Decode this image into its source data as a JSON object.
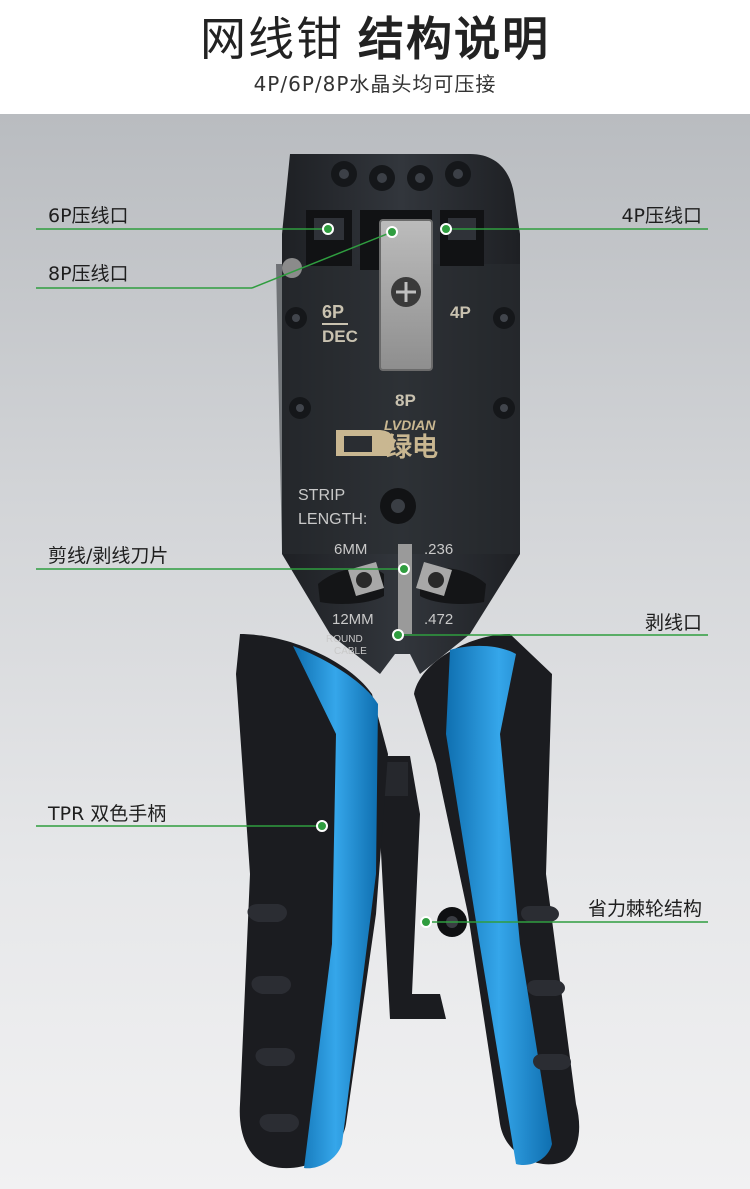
{
  "header": {
    "title_light": "网线钳",
    "title_bold": "结构说明",
    "subtitle": "4P/6P/8P水晶头均可压接"
  },
  "tool": {
    "brand_latin": "LVDIAN",
    "brand_chinese": "绿电",
    "die_labels": {
      "six_p": "6P",
      "dec": "DEC",
      "four_p": "4P",
      "eight_p": "8P"
    },
    "strip_label_1": "STRIP",
    "strip_label_2": "LENGTH:",
    "metric_short": "6MM",
    "inch_short": ".236",
    "metric_long": "12MM",
    "inch_long": ".472",
    "round_1": "ROUND",
    "round_2": "CABLE"
  },
  "callouts": {
    "port_6p": "6P压线口",
    "port_8p": "8P压线口",
    "port_4p": "4P压线口",
    "blade": "剪线/剥线刀片",
    "strip_port": "剥线口",
    "grip": "TPR 双色手柄",
    "ratchet": "省力棘轮结构"
  },
  "colors": {
    "accent_green": "#2f9d3f",
    "handle_blue": "#1a8fd6",
    "handle_black": "#1c1c1f",
    "head_metal": "#2b2e33",
    "engraving_gold": "#c9b791"
  }
}
